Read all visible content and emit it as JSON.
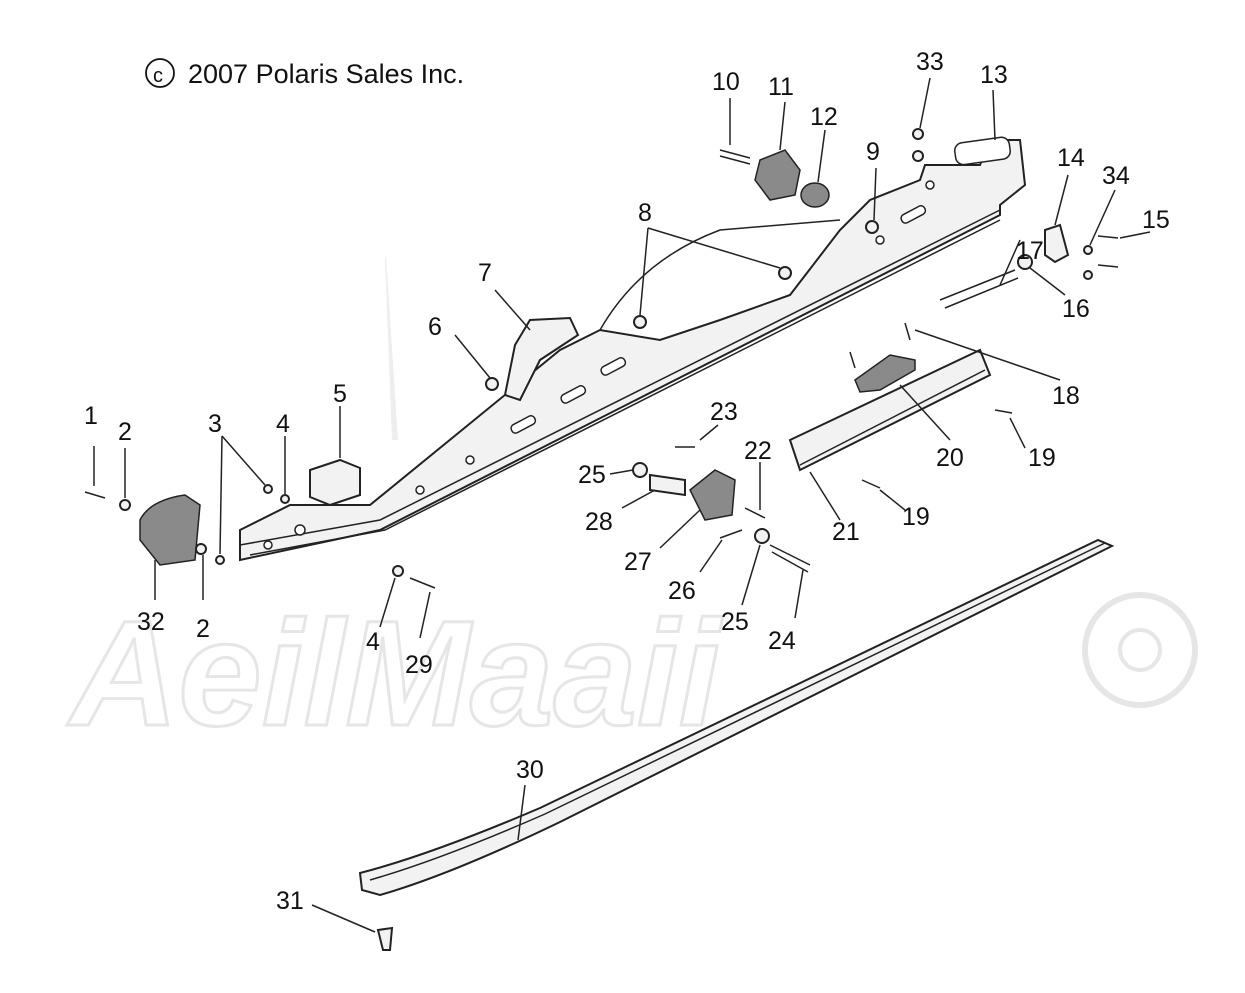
{
  "copyright": {
    "symbol": "c",
    "text": "2007 Polaris Sales Inc."
  },
  "watermark": {
    "text": "AeilMaaii"
  },
  "callouts": [
    {
      "id": "c1",
      "label": "1"
    },
    {
      "id": "c2a",
      "label": "2"
    },
    {
      "id": "c2b",
      "label": "2"
    },
    {
      "id": "c3",
      "label": "3"
    },
    {
      "id": "c4a",
      "label": "4"
    },
    {
      "id": "c4b",
      "label": "4"
    },
    {
      "id": "c5",
      "label": "5"
    },
    {
      "id": "c6",
      "label": "6"
    },
    {
      "id": "c7",
      "label": "7"
    },
    {
      "id": "c8",
      "label": "8"
    },
    {
      "id": "c9",
      "label": "9"
    },
    {
      "id": "c10",
      "label": "10"
    },
    {
      "id": "c11",
      "label": "11"
    },
    {
      "id": "c12",
      "label": "12"
    },
    {
      "id": "c13",
      "label": "13"
    },
    {
      "id": "c14",
      "label": "14"
    },
    {
      "id": "c15",
      "label": "15"
    },
    {
      "id": "c16",
      "label": "16"
    },
    {
      "id": "c17",
      "label": "17"
    },
    {
      "id": "c18",
      "label": "18"
    },
    {
      "id": "c19a",
      "label": "19"
    },
    {
      "id": "c19b",
      "label": "19"
    },
    {
      "id": "c20",
      "label": "20"
    },
    {
      "id": "c21",
      "label": "21"
    },
    {
      "id": "c22",
      "label": "22"
    },
    {
      "id": "c23",
      "label": "23"
    },
    {
      "id": "c24",
      "label": "24"
    },
    {
      "id": "c25a",
      "label": "25"
    },
    {
      "id": "c25b",
      "label": "25"
    },
    {
      "id": "c26",
      "label": "26"
    },
    {
      "id": "c27",
      "label": "27"
    },
    {
      "id": "c28",
      "label": "28"
    },
    {
      "id": "c29",
      "label": "29"
    },
    {
      "id": "c30",
      "label": "30"
    },
    {
      "id": "c31",
      "label": "31"
    },
    {
      "id": "c32",
      "label": "32"
    },
    {
      "id": "c33",
      "label": "33"
    },
    {
      "id": "c34",
      "label": "34"
    }
  ]
}
